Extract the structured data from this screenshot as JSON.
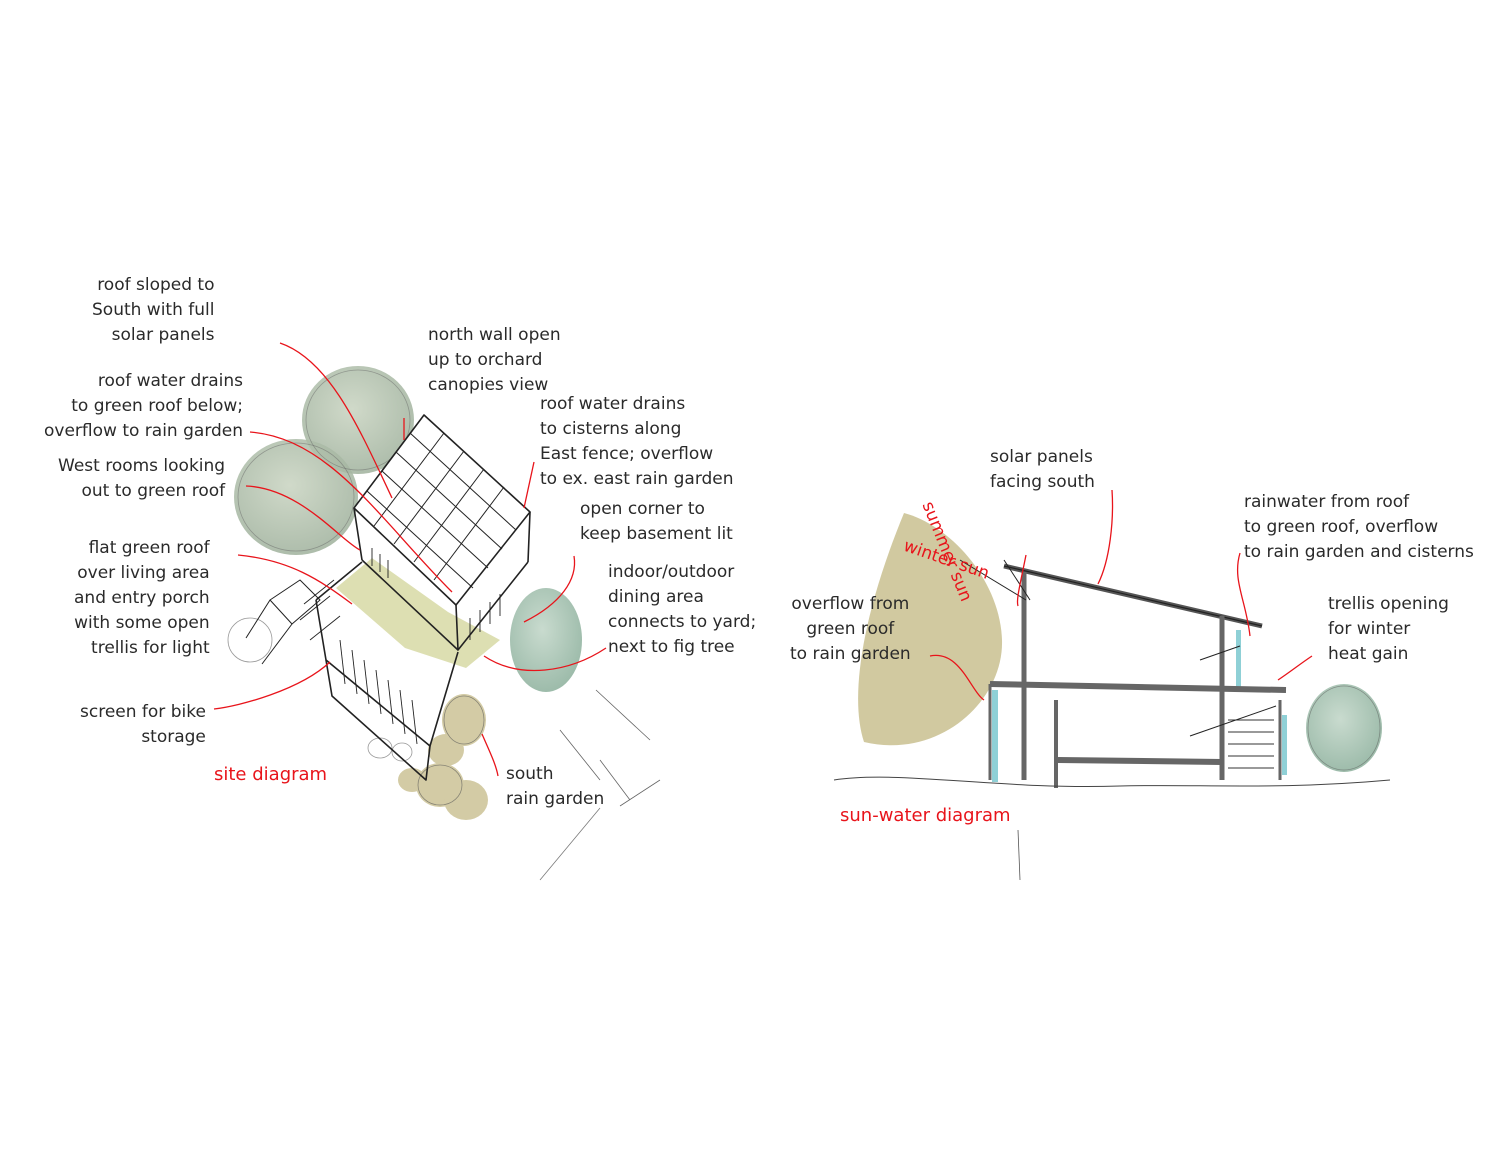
{
  "site_diagram": {
    "title": "site diagram",
    "notes": {
      "roof_sloped": "roof sloped to\nSouth with full\nsolar panels",
      "roof_water_green": "roof water drains\nto green roof below;\noverflow to rain garden",
      "west_rooms": "West rooms looking\nout to green roof",
      "flat_green_roof": "flat green roof\nover living area\nand entry porch\nwith some open\ntrellis for light",
      "screen_bike": "screen for bike\nstorage",
      "north_wall": "north wall open\nup to orchard\ncanopies view",
      "roof_water_cisterns": "roof water drains\nto cisterns along\nEast fence; overflow\nto ex. east rain garden",
      "open_corner": "open corner to\nkeep basement lit",
      "indoor_outdoor": "indoor/outdoor\ndining area\nconnects to yard;\nnext to fig tree",
      "south_rain_garden": "south\nrain garden"
    }
  },
  "sun_water_diagram": {
    "title": "sun-water diagram",
    "notes": {
      "solar_panels": "solar panels\nfacing south",
      "summer_sun": "summer sun",
      "winter_sun": "winter sun",
      "overflow_green_roof": "overflow from\ngreen roof\nto rain garden",
      "rainwater": "rainwater from roof\nto green roof, overflow\nto rain garden and cisterns",
      "trellis": "trellis opening\nfor winter\nheat gain"
    }
  },
  "colors": {
    "annotation_red": "#e8141b",
    "text": "#2a2a2a",
    "foliage_green": "#b9c8b0",
    "lawn_green": "#d9dcaa",
    "rain_garden_tan": "#c9bf8f",
    "water_blue": "#8fd0d6"
  }
}
